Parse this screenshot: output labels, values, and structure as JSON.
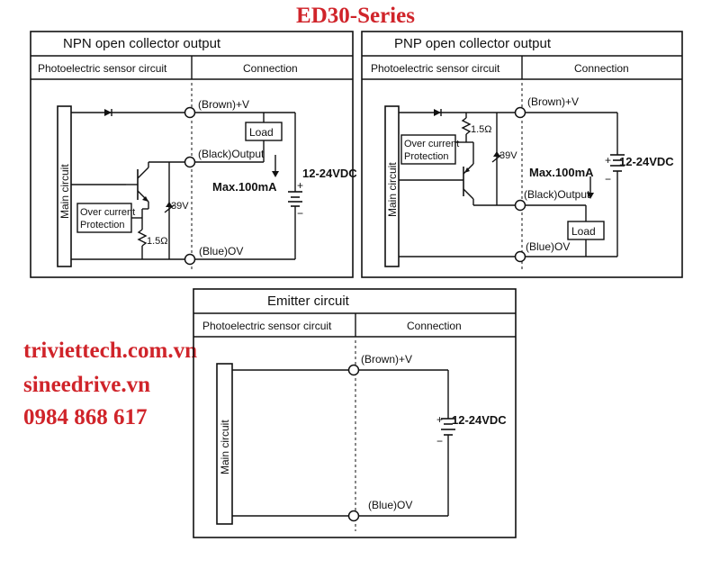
{
  "title": "ED30-Series",
  "contacts": [
    "triviettech.com.vn",
    "sineedrive.vn",
    "0984 868 617"
  ],
  "npn": {
    "heading": "NPN open collector output",
    "col_left": "Photoelectric sensor circuit",
    "col_right": "Connection",
    "main_circuit": "Main circuit",
    "protection_line1": "Over current",
    "protection_line2": "Protection",
    "resistor": "1.5Ω",
    "zener": "39V",
    "brown": "(Brown)+V",
    "black": "(Black)Output",
    "blue": "(Blue)OV",
    "load": "Load",
    "max_current": "Max.100mA",
    "supply": "12-24VDC",
    "plus": "+",
    "minus": "−"
  },
  "pnp": {
    "heading": "PNP open collector output",
    "col_left": "Photoelectric sensor circuit",
    "col_right": "Connection",
    "main_circuit": "Main circuit",
    "protection_line1": "Over current",
    "protection_line2": "Protection",
    "resistor": "1.5Ω",
    "zener": "39V",
    "brown": "(Brown)+V",
    "black": "(Black)Output",
    "blue": "(Blue)OV",
    "load": "Load",
    "max_current": "Max.100mA",
    "supply": "12-24VDC",
    "plus": "+",
    "minus": "−"
  },
  "emitter": {
    "heading": "Emitter circuit",
    "col_left": "Photoelectric sensor circuit",
    "col_right": "Connection",
    "main_circuit": "Main circuit",
    "brown": "(Brown)+V",
    "blue": "(Blue)OV",
    "supply": "12-24VDC",
    "plus": "+",
    "minus": "−"
  },
  "colors": {
    "accent_red": "#d0242a",
    "line": "#111111"
  }
}
